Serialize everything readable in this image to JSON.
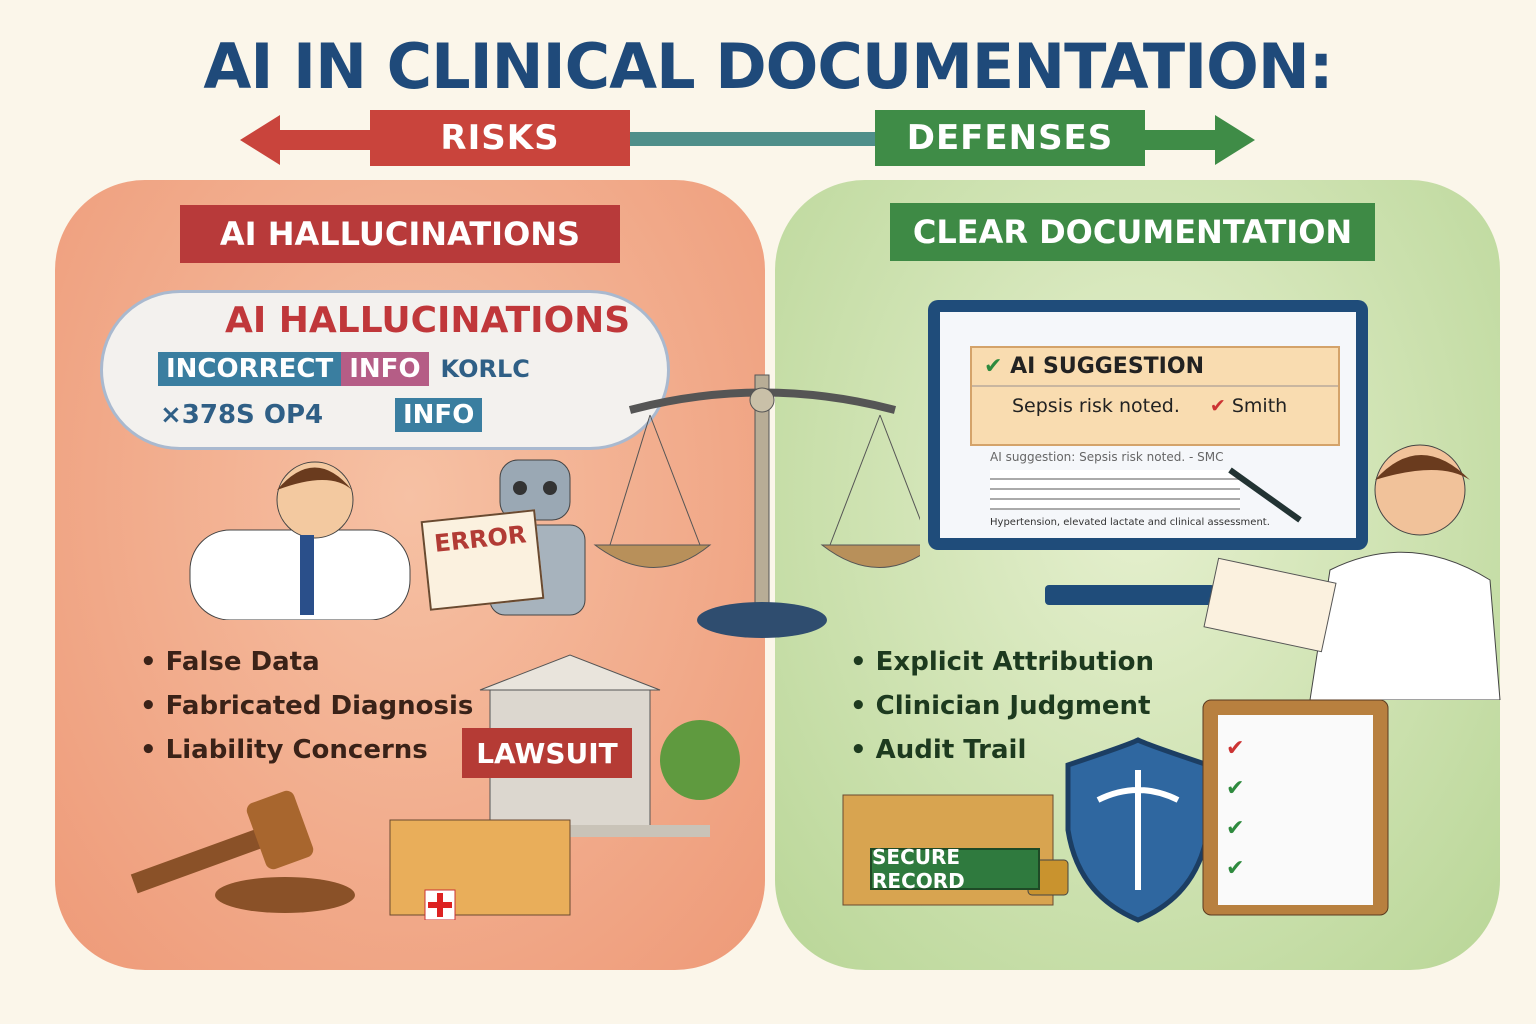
{
  "title": "AI IN CLINICAL DOCUMENTATION:",
  "banners": {
    "risks": "RISKS",
    "defenses": "DEFENSES"
  },
  "risks": {
    "ribbon": "AI HALLUCINATIONS",
    "cloud_title": "AI HALLUCINATIONS",
    "cloud_tags": [
      "INCORRECT",
      "INFO",
      "KORLC",
      "INFO"
    ],
    "cloud_garble": "×378S OP4",
    "error_label": "ERROR",
    "bullets": [
      "False Data",
      "Fabricated Diagnosis",
      "Liability Concerns"
    ],
    "lawsuit_label": "LAWSUIT"
  },
  "defenses": {
    "ribbon": "CLEAR DOCUMENTATION",
    "suggestion_title": "AI SUGGESTION",
    "suggestion_text": "Sepsis risk noted.",
    "signer": "Smith",
    "screen_lines": [
      "AI suggestion: Sepsis risk noted. - SMC",
      "Hypertension, elevated lactate and clinical assessment."
    ],
    "bullets": [
      "Explicit Attribution",
      "Clinician Judgment",
      "Audit Trail"
    ],
    "secure_label": "SECURE RECORD"
  },
  "colors": {
    "title": "#1f4a7a",
    "risk": "#c9443c",
    "defense": "#3f8c47"
  }
}
